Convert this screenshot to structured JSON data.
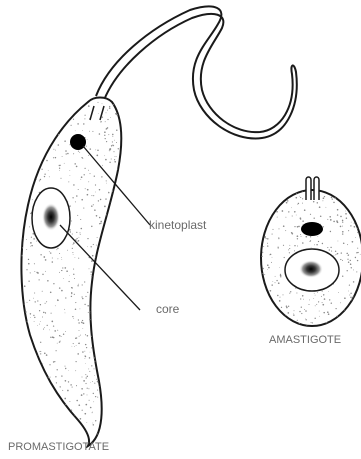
{
  "labels": {
    "kinetoplast": "kinetoplast",
    "core": "core",
    "promastigote": "PROMASTIGOTATE",
    "amastigote": "AMASTIGOTE"
  },
  "colors": {
    "outline": "#1a1a1a",
    "stipple": "#8a8a8a",
    "label": "#6a6a6a",
    "kinetoplast_fill": "#000000"
  }
}
